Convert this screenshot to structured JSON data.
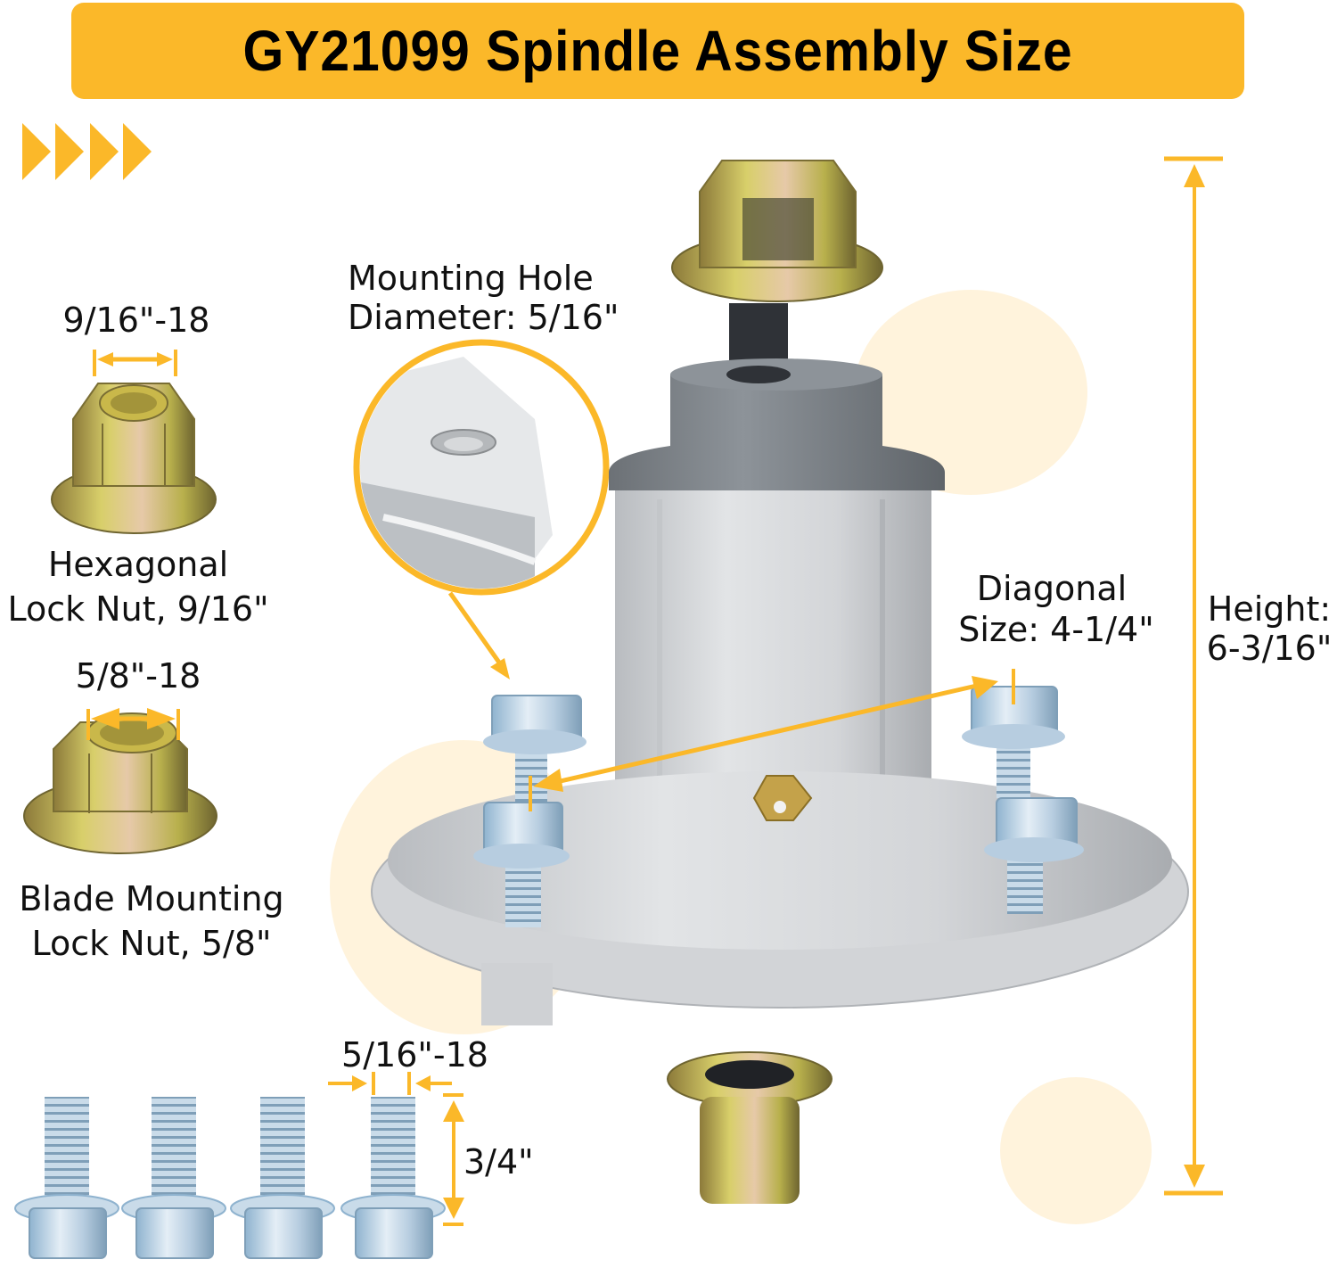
{
  "header": {
    "title": "GY21099 Spindle Assembly Size",
    "banner_color": "#fbb829"
  },
  "decor": {
    "chevron_count": 4,
    "accent_color": "#fbb829"
  },
  "parts": {
    "hex_nut": {
      "thread_spec": "9/16\"-18",
      "name_line1": "Hexagonal",
      "name_line2": "Lock Nut, 9/16\""
    },
    "blade_nut": {
      "thread_spec": "5/8\"-18",
      "name_line1": "Blade Mounting",
      "name_line2": "Lock Nut, 5/8\""
    },
    "bolts": {
      "count": 4,
      "thread_spec": "5/16\"-18",
      "length": "3/4\""
    }
  },
  "callouts": {
    "mounting_hole_line1": "Mounting Hole",
    "mounting_hole_line2": "Diameter: 5/16\"",
    "diagonal_line1": "Diagonal",
    "diagonal_line2": "Size: 4-1/4\"",
    "height_line1": "Height:",
    "height_line2": "6-3/16\""
  }
}
